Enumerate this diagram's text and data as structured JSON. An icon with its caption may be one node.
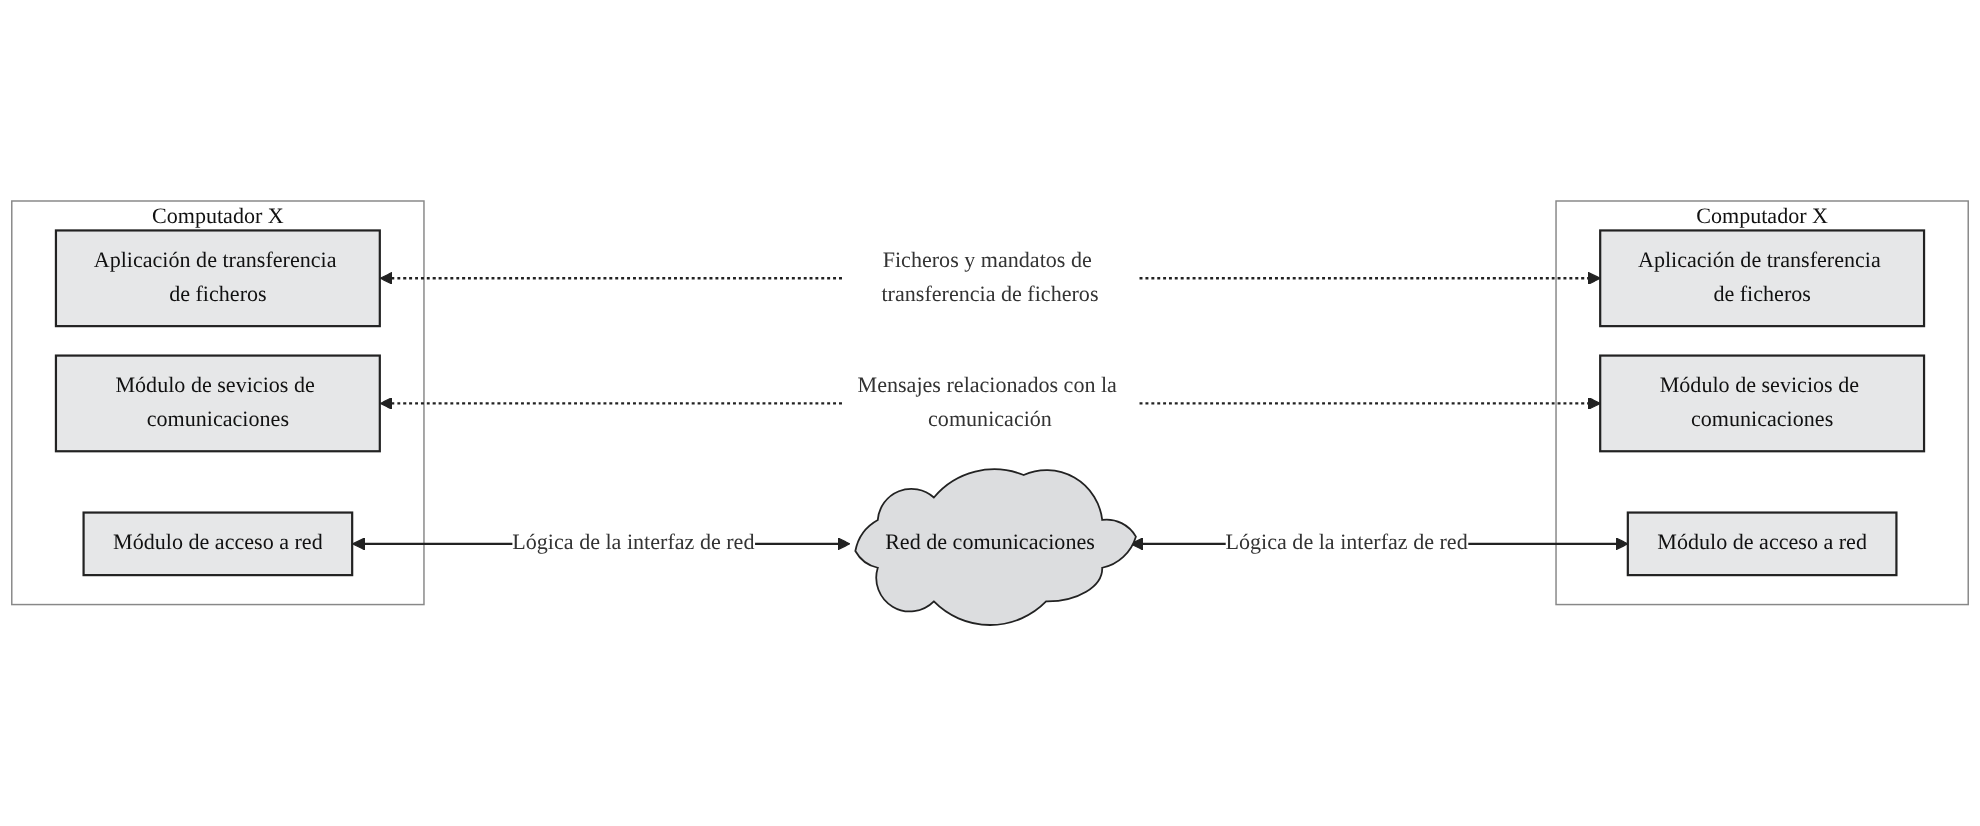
{
  "diagram": {
    "nodes": [
      {
        "text": [
          "Computador X"
        ]
      },
      {
        "text": [
          "Aplicación de transferencia de ficheros"
        ],
        "in": 0
      },
      {
        "text": [
          "Módulo de sevicios de comunicaciones"
        ],
        "in": 0
      },
      {
        "text": [
          "Módulo de acceso a red"
        ],
        "in": 0
      },
      {
        "text": [
          "Red de comunicaciones"
        ]
      },
      {
        "text": [
          "Computador X"
        ]
      },
      {
        "text": [
          "Aplicación de transferencia de ficheros"
        ],
        "in": 5
      },
      {
        "text": [
          "Módulo de sevicios de comunicaciones"
        ],
        "in": 5
      },
      {
        "text": [
          "Módulo de acceso a red"
        ],
        "in": 5
      }
    ],
    "edges": [
      {
        "from": 1,
        "to": 6,
        "arrow": "both",
        "style": "dashed",
        "label": "Ficheros y mandatos de transferencia de ficheros"
      },
      {
        "from": 2,
        "to": 7,
        "arrow": "both",
        "style": "dashed",
        "label": "Mensajes relacionados con la comunicación"
      },
      {
        "from": 3,
        "to": 4,
        "arrow": "both",
        "label": "Lógica de la interfaz de red"
      },
      {
        "from": 4,
        "to": 8,
        "arrow": "both",
        "label": "Lógica de la interfaz de red"
      }
    ]
  }
}
